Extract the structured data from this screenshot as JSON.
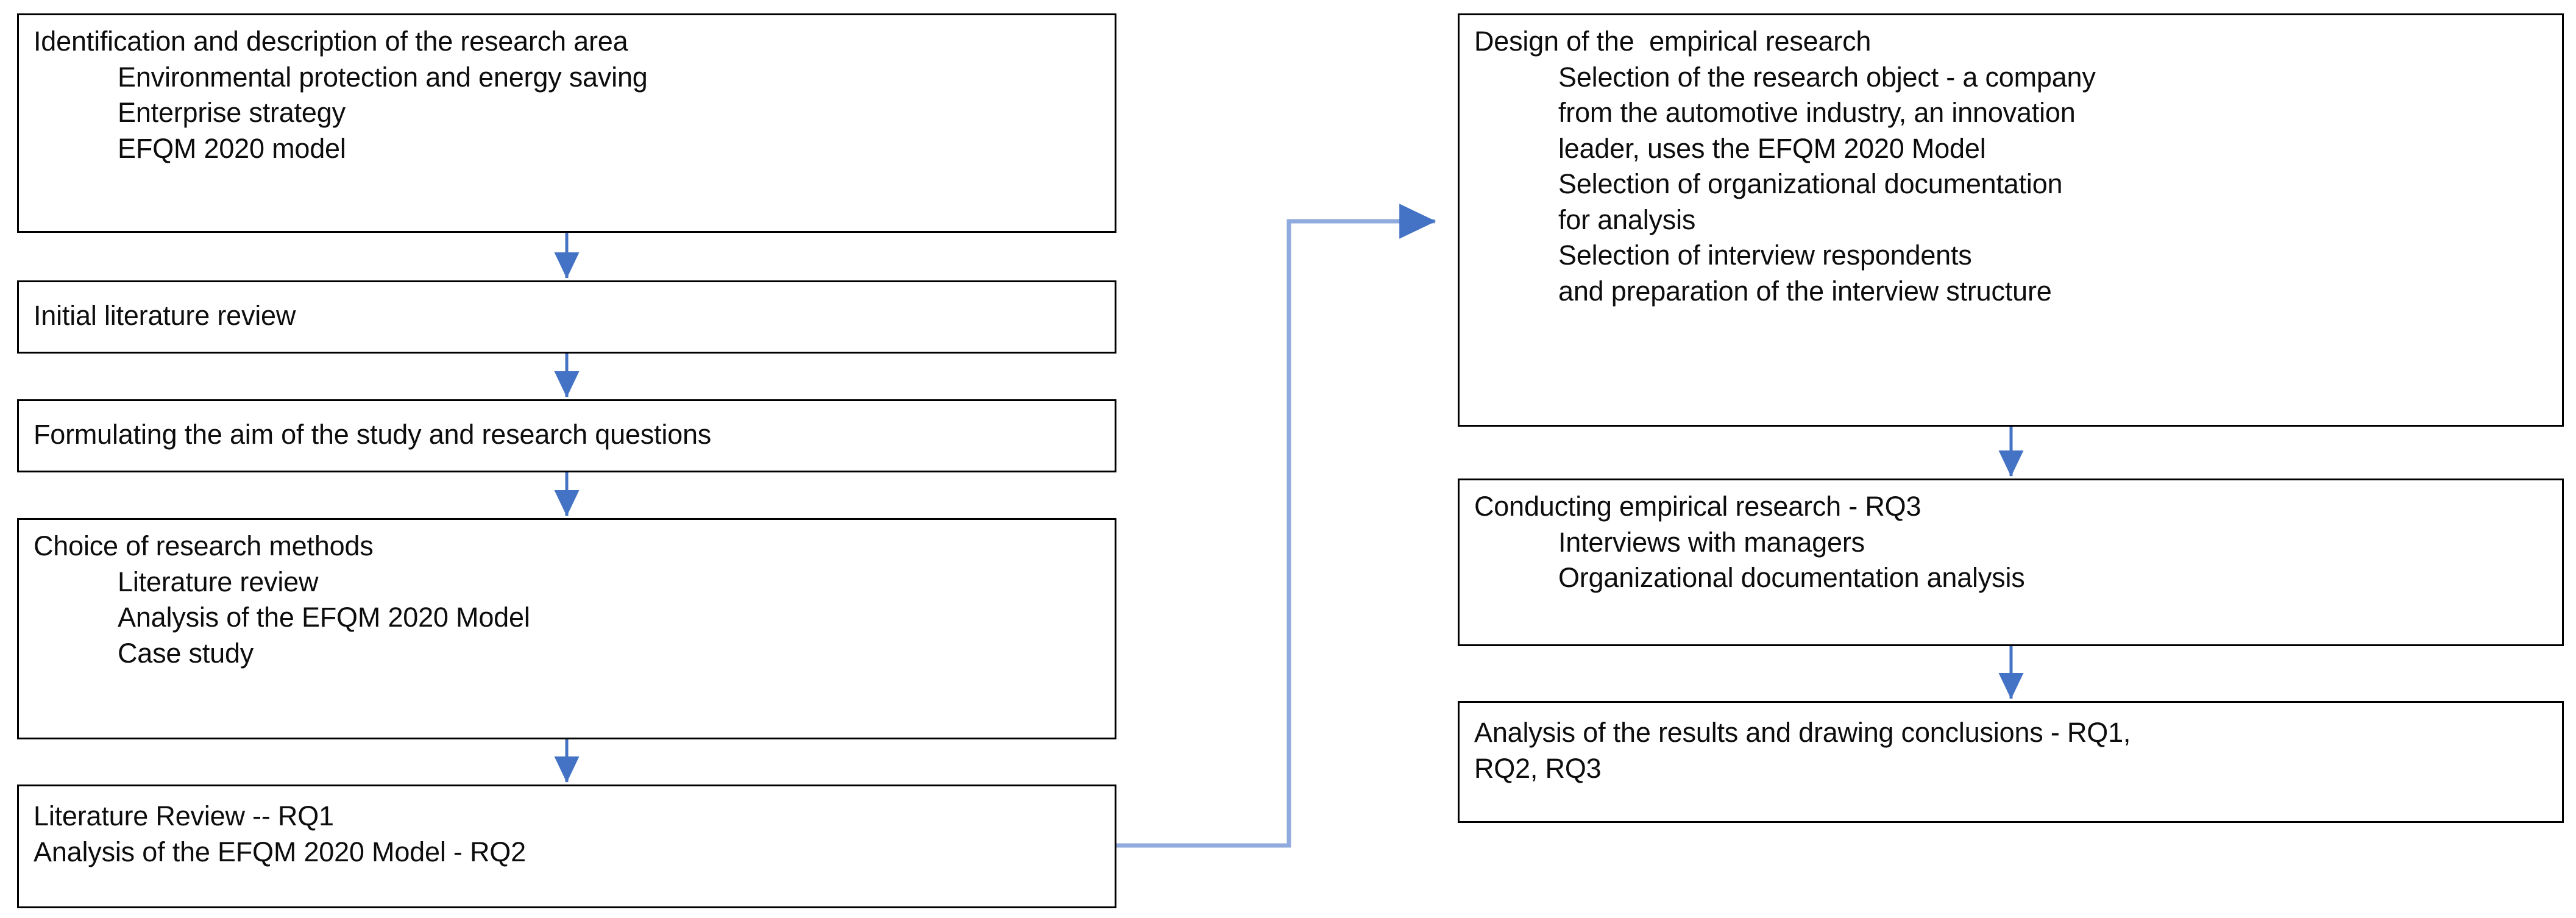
{
  "diagram": {
    "title": "Research process flowchart",
    "colors": {
      "box_border": "#000000",
      "box_fill": "#ffffff",
      "text": "#0d0d0d",
      "arrow": "#4472c4",
      "connector_line": "#8faadc"
    },
    "left_column": [
      {
        "id": "identification",
        "lines": [
          {
            "text": "Identification and description of the research area",
            "indent": false
          },
          {
            "text": "Environmental protection and energy saving",
            "indent": true
          },
          {
            "text": "Enterprise strategy",
            "indent": true
          },
          {
            "text": "EFQM 2020 model",
            "indent": true
          }
        ]
      },
      {
        "id": "initial-literature-review",
        "lines": [
          {
            "text": "Initial literature review",
            "indent": false
          }
        ]
      },
      {
        "id": "formulating-aim",
        "lines": [
          {
            "text": "Formulating the aim of the study and research questions",
            "indent": false
          }
        ]
      },
      {
        "id": "choice-of-methods",
        "lines": [
          {
            "text": "Choice of research methods",
            "indent": false
          },
          {
            "text": "Literature review",
            "indent": true
          },
          {
            "text": "Analysis of the EFQM 2020 Model",
            "indent": true
          },
          {
            "text": "Case study",
            "indent": true
          }
        ]
      },
      {
        "id": "literature-review-rq1",
        "lines": [
          {
            "text": "Literature Review -- RQ1",
            "indent": false
          },
          {
            "text": "Analysis of the EFQM 2020 Model - RQ2",
            "indent": false
          }
        ]
      }
    ],
    "right_column": [
      {
        "id": "design-empirical-research",
        "lines": [
          {
            "text": "Design of the  empirical research",
            "indent": false
          },
          {
            "text": "Selection of the research object - a company",
            "indent": true
          },
          {
            "text": "from the automotive industry, an innovation",
            "indent": true
          },
          {
            "text": "leader, uses the EFQM 2020 Model",
            "indent": true
          },
          {
            "text": "Selection of organizational documentation",
            "indent": true
          },
          {
            "text": "for analysis",
            "indent": true
          },
          {
            "text": "Selection of interview respondents",
            "indent": true
          },
          {
            "text": "and preparation of the interview structure",
            "indent": true
          }
        ]
      },
      {
        "id": "conducting-empirical-research",
        "lines": [
          {
            "text": "Conducting empirical research - RQ3",
            "indent": false
          },
          {
            "text": "Interviews with managers",
            "indent": true
          },
          {
            "text": "Organizational documentation analysis",
            "indent": true
          }
        ]
      },
      {
        "id": "analysis-of-results",
        "lines": [
          {
            "text": "Analysis of the results and drawing conclusions - RQ1,",
            "indent": false
          },
          {
            "text": "RQ2, RQ3",
            "indent": false
          }
        ]
      }
    ],
    "connectors": [
      {
        "id": "arrow-identification-to-initial-review",
        "kind": "vertical-arrow"
      },
      {
        "id": "arrow-initial-review-to-formulating-aim",
        "kind": "vertical-arrow"
      },
      {
        "id": "arrow-formulating-aim-to-choice-methods",
        "kind": "vertical-arrow"
      },
      {
        "id": "arrow-choice-methods-to-literature-review",
        "kind": "vertical-arrow"
      },
      {
        "id": "arrow-literature-review-to-design-empirical",
        "kind": "elbow-arrow"
      },
      {
        "id": "arrow-design-empirical-to-conducting",
        "kind": "vertical-arrow"
      },
      {
        "id": "arrow-conducting-to-analysis-results",
        "kind": "vertical-arrow"
      }
    ]
  },
  "chart_data": {
    "type": "diagram",
    "title": "Research process flowchart",
    "nodes": [
      "Identification and description of the research area",
      "Initial literature review",
      "Formulating the aim of the study and research questions",
      "Choice of research methods",
      "Literature Review -- RQ1 / Analysis of the EFQM 2020 Model - RQ2",
      "Design of the  empirical research",
      "Conducting empirical research - RQ3",
      "Analysis of the results and drawing conclusions - RQ1, RQ2, RQ3"
    ],
    "edges": [
      [
        "Identification and description of the research area",
        "Initial literature review"
      ],
      [
        "Initial literature review",
        "Formulating the aim of the study and research questions"
      ],
      [
        "Formulating the aim of the study and research questions",
        "Choice of research methods"
      ],
      [
        "Choice of research methods",
        "Literature Review -- RQ1 / Analysis of the EFQM 2020 Model - RQ2"
      ],
      [
        "Literature Review -- RQ1 / Analysis of the EFQM 2020 Model - RQ2",
        "Design of the  empirical research"
      ],
      [
        "Design of the  empirical research",
        "Conducting empirical research - RQ3"
      ],
      [
        "Conducting empirical research - RQ3",
        "Analysis of the results and drawing conclusions - RQ1, RQ2, RQ3"
      ]
    ]
  }
}
